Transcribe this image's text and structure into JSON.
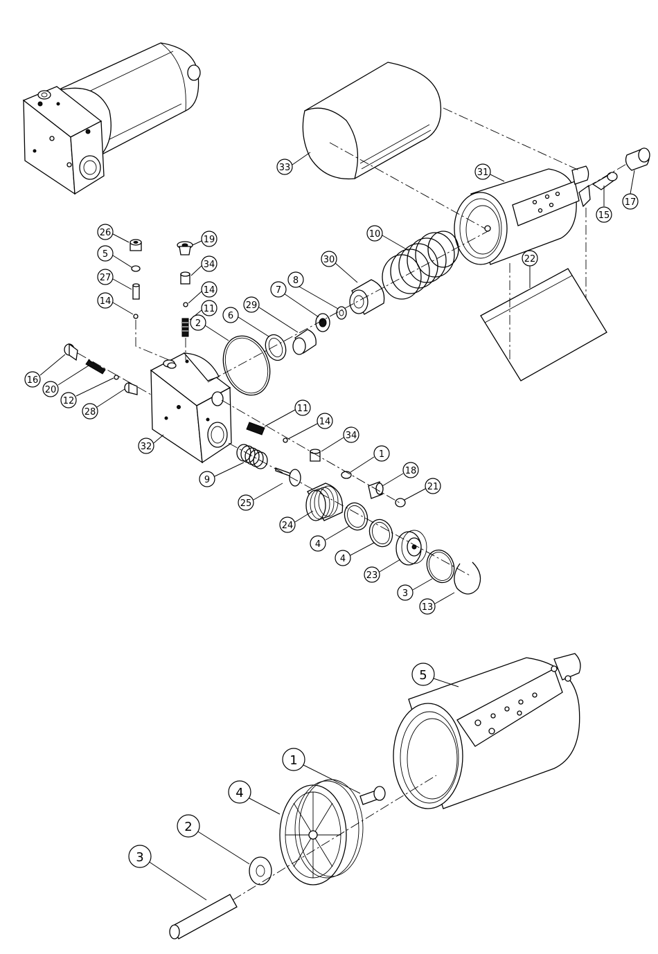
{
  "callouts_top": [
    {
      "id": "c33",
      "label": "33"
    },
    {
      "id": "c31",
      "label": "31"
    },
    {
      "id": "c17",
      "label": "17"
    },
    {
      "id": "c15",
      "label": "15"
    },
    {
      "id": "c10",
      "label": "10"
    },
    {
      "id": "c30",
      "label": "30"
    },
    {
      "id": "c22",
      "label": "22"
    },
    {
      "id": "c26",
      "label": "26"
    },
    {
      "id": "c5",
      "label": "5"
    },
    {
      "id": "c27",
      "label": "27"
    },
    {
      "id": "c14a",
      "label": "14"
    },
    {
      "id": "c19",
      "label": "19"
    },
    {
      "id": "c34a",
      "label": "34"
    },
    {
      "id": "c14b",
      "label": "14"
    },
    {
      "id": "c11a",
      "label": "11"
    },
    {
      "id": "c8",
      "label": "8"
    },
    {
      "id": "c7",
      "label": "7"
    },
    {
      "id": "c29",
      "label": "29"
    },
    {
      "id": "c6",
      "label": "6"
    },
    {
      "id": "c2",
      "label": "2"
    },
    {
      "id": "c16",
      "label": "16"
    },
    {
      "id": "c20",
      "label": "20"
    },
    {
      "id": "c12",
      "label": "12"
    },
    {
      "id": "c28",
      "label": "28"
    },
    {
      "id": "c32",
      "label": "32"
    },
    {
      "id": "c11b",
      "label": "11"
    },
    {
      "id": "c14c",
      "label": "14"
    },
    {
      "id": "c34b",
      "label": "34"
    },
    {
      "id": "c1",
      "label": "1"
    },
    {
      "id": "c18",
      "label": "18"
    },
    {
      "id": "c21",
      "label": "21"
    },
    {
      "id": "c9",
      "label": "9"
    },
    {
      "id": "c25",
      "label": "25"
    },
    {
      "id": "c24",
      "label": "24"
    },
    {
      "id": "c4a",
      "label": "4"
    },
    {
      "id": "c4b",
      "label": "4"
    },
    {
      "id": "c23",
      "label": "23"
    },
    {
      "id": "c3",
      "label": "3"
    },
    {
      "id": "c13",
      "label": "13"
    }
  ],
  "callouts_bottom": [
    {
      "id": "b5",
      "label": "5"
    },
    {
      "id": "b1",
      "label": "1"
    },
    {
      "id": "b4",
      "label": "4"
    },
    {
      "id": "b2",
      "label": "2"
    },
    {
      "id": "b3",
      "label": "3"
    }
  ],
  "colors": {
    "line": "#000000",
    "background": "#ffffff"
  }
}
